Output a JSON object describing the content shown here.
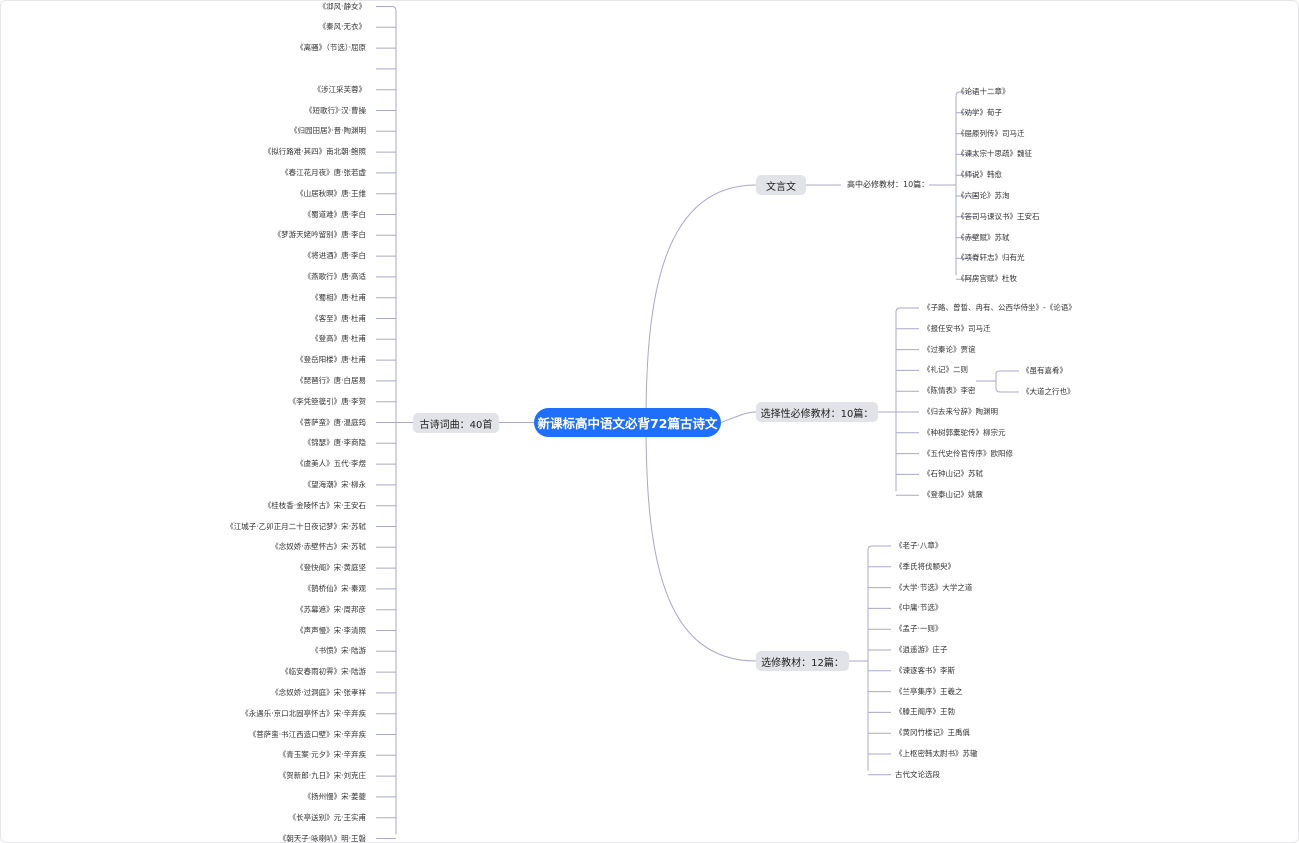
{
  "root": {
    "title": "新课标高中语文必背72篇古诗文"
  },
  "left": {
    "label": "古诗词曲：40首",
    "items": [
      "《邶风·静女》",
      "《秦风·无衣》",
      "《离骚》（节选）·屈原",
      "",
      "《涉江采芙蓉》",
      "《短歌行》·汉·曹操",
      "《归园田居》·晋·陶渊明",
      "《拟行路难·其四》南北朝·鲍照",
      "《春江花月夜》唐·张若虚",
      "《山居秋暝》唐·王维",
      "《蜀道难》唐·李白",
      "《梦游天姥吟留别》唐·李白",
      "《将进酒》唐·李白",
      "《燕歌行》唐·高适",
      "《蜀相》唐·杜甫",
      "《客至》唐·杜甫",
      "《登高》唐·杜甫",
      "《登岳阳楼》唐·杜甫",
      "《琵琶行》唐·白居易",
      "《李凭箜篌引》唐·李贺",
      "《菩萨蛮》唐·温庭筠",
      "《锦瑟》唐·李商隐",
      "《虞美人》五代·李煜",
      "《望海潮》宋·柳永",
      "《桂枝香·金陵怀古》宋·王安石",
      "《江城子·乙卯正月二十日夜记梦》宋·苏轼",
      "《念奴娇·赤壁怀古》宋·苏轼",
      "《登快阁》宋·黄庭坚",
      "《鹊桥仙》宋·秦观",
      "《苏幕遮》宋·周邦彦",
      "《声声慢》宋·李清照",
      "《书愤》宋·陆游",
      "《临安春雨初霁》宋·陆游",
      "《念奴娇·过洞庭》宋·张孝祥",
      "《永遇乐·京口北固亭怀古》宋·辛弃疾",
      "《菩萨蛮·书江西造口壁》宋·辛弃疾",
      "《青玉案·元夕》宋·辛弃疾",
      "《贺新郎·九日》宋·刘克庄",
      "《扬州慢》宋·姜夔",
      "《长亭送别》元·王实甫",
      "《朝天子·咏喇叭》明·王磐"
    ]
  },
  "b1": {
    "label": "文言文",
    "sub": "高中必修教材：10篇：",
    "items": [
      "《论语十二章》",
      "《劝学》荀子",
      "《屈原列传》司马迁",
      "《谏太宗十思疏》魏征",
      "《师说》韩愈",
      "《六国论》苏洵",
      "《答司马谏议书》王安石",
      "《赤壁赋》苏轼",
      "《项脊轩志》归有光",
      "《阿房宫赋》杜牧"
    ]
  },
  "b2": {
    "label": "选择性必修教材：10篇：",
    "items": [
      "《子路、曾皙、冉有、公西华侍坐》-《论语》",
      "《报任安书》司马迁",
      "《过秦论》贾谊",
      "《礼记》二则",
      "《陈情表》李密",
      "《归去来兮辞》陶渊明",
      "《种树郭橐驼传》柳宗元",
      "《五代史伶官传序》欧阳修",
      "《石钟山记》苏轼",
      "《登泰山记》姚鼐"
    ],
    "liji": [
      "《虽有嘉肴》",
      "《大道之行也》"
    ]
  },
  "b3": {
    "label": "选修教材：12篇：",
    "items": [
      "《老子·八章》",
      "《季氏将伐颛臾》",
      "《大学·节选》大学之道",
      "《中庸·节选》",
      "《孟子·一则》",
      "《逍遥游》庄子",
      "《谏逐客书》李斯",
      "《兰亭集序》王羲之",
      "《滕王阁序》王勃",
      "《黄冈竹楼记》王禹偁",
      "《上枢密韩太尉书》苏辙",
      "古代文论选段"
    ]
  },
  "colors": {
    "root": "#1f6fff",
    "branch": "#e2e3e8",
    "line": "#a9a9c8"
  }
}
